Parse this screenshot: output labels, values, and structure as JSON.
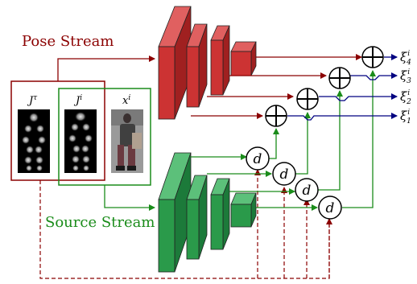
{
  "labels": {
    "pose_stream": "Pose Stream",
    "source_stream": "Source Stream"
  },
  "inputs": {
    "j_tau": "J",
    "j_tau_sup": "τ",
    "j_i": "J",
    "j_i_sup": "i",
    "x_i": "x",
    "x_i_sup": "i"
  },
  "operators": {
    "dist": "d"
  },
  "outputs": [
    {
      "base": "ξ",
      "sub": "4",
      "sup": "i"
    },
    {
      "base": "ξ",
      "sub": "3",
      "sup": "i"
    },
    {
      "base": "ξ",
      "sub": "2",
      "sup": "i"
    },
    {
      "base": "ξ",
      "sub": "1",
      "sup": "i"
    }
  ],
  "colors": {
    "pose": "#8b0000",
    "pose_fill": "#cc3333",
    "source": "#1a8c1a",
    "source_fill": "#2a9a4a",
    "output": "#000080"
  }
}
